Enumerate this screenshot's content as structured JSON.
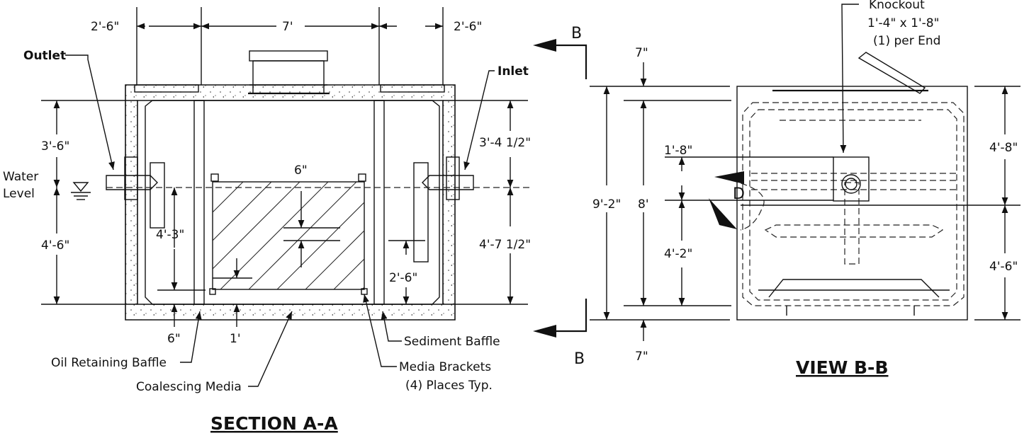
{
  "section_a": {
    "top_dims": {
      "left": "2'-6\"",
      "middle": "7'",
      "right": "2'-6\""
    },
    "left_dims": {
      "upper": "3'-6\"",
      "lower": "4'-6\""
    },
    "water_level": {
      "line1": "Water",
      "line2": "Level"
    },
    "right_dims": {
      "upper": "3'-4 1/2\"",
      "lower": "4'-7 1/2\""
    },
    "inner_dims": {
      "media_gap": "6\"",
      "baffle_height": "4'-3\"",
      "sediment_baffle_height": "2'-6\"",
      "bottom_left": "6\"",
      "bottom_mid": "1'"
    },
    "callouts": {
      "outlet": "Outlet",
      "inlet": "Inlet",
      "sediment_baffle": "Sediment Baffle",
      "oil_baffle": "Oil Retaining Baffle",
      "coalescing_media": "Coalescing Media",
      "media_brackets_1": "Media Brackets",
      "media_brackets_2": "(4) Places Typ."
    },
    "title": "SECTION  A-A"
  },
  "view_b": {
    "section_marks": {
      "top": "B",
      "bottom": "B"
    },
    "dims_left": {
      "top": "7\"",
      "bottom": "7\"",
      "overall": "9'-2\"",
      "inner": "8'",
      "upper": "1'-8\"",
      "lower": "4'-2\""
    },
    "dims_right": {
      "upper": "4'-8\"",
      "lower": "4'-6\""
    },
    "rotation_label": "D",
    "knockout": {
      "line1": "Knockout",
      "line2": "1'-4\" x 1'-8\"",
      "line3": "(1) per End"
    },
    "title": "VIEW  B-B"
  }
}
